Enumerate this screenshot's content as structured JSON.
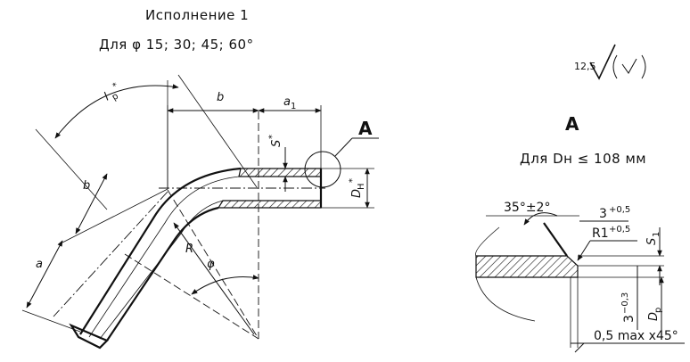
{
  "header": {
    "title": "Исполнение 1",
    "subtitle": "Для φ 15; 30; 45; 60°"
  },
  "roughness": {
    "value": "12,5"
  },
  "dims": {
    "lp": "l",
    "lp_sub": "p",
    "lp_star": "*",
    "b_top": "b",
    "a1": "a",
    "a1_sub": "1",
    "s": "S",
    "s_star": "*",
    "dn": "D",
    "dn_sub": "H",
    "dn_star": "*",
    "b_left": "b",
    "a_left": "a",
    "r": "R",
    "phi": "φ"
  },
  "callout": {
    "label": "A"
  },
  "detail": {
    "label": "A",
    "condition": "Для Dн ≤ 108 мм",
    "angle": "35°±2°",
    "gap": "3",
    "gap_tol": "+0,5",
    "radius": "R1",
    "radius_tol": "+0,5",
    "s1": "S",
    "s1_sub": "1",
    "depth": "3",
    "depth_tol": "−0,3",
    "dp": "D",
    "dp_sub": "p",
    "chamfer": "0,5 max x45°"
  }
}
